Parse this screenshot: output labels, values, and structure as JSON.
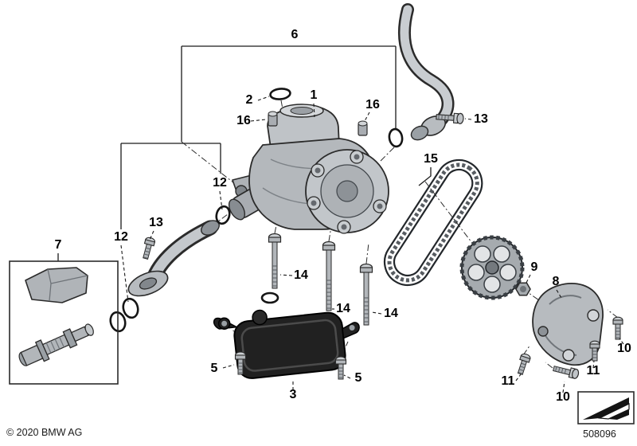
{
  "diagram": {
    "bg_color": "#ffffff",
    "line_color": "#1a1a1a",
    "metal_color": "#b8bcc0",
    "strainer_color": "#1e1e1e"
  },
  "callouts": [
    {
      "label": "6"
    },
    {
      "label": "2"
    },
    {
      "label": "1"
    },
    {
      "label": "16"
    },
    {
      "label": "16"
    },
    {
      "label": "13"
    },
    {
      "label": "15"
    },
    {
      "label": "12"
    },
    {
      "label": "13"
    },
    {
      "label": "12"
    },
    {
      "label": "7"
    },
    {
      "label": "14"
    },
    {
      "label": "14"
    },
    {
      "label": "14"
    },
    {
      "label": "9"
    },
    {
      "label": "8"
    },
    {
      "label": "10"
    },
    {
      "label": "11"
    },
    {
      "label": "5"
    },
    {
      "label": "5"
    },
    {
      "label": "3"
    },
    {
      "label": "11"
    },
    {
      "label": "10"
    }
  ],
  "footer": {
    "copyright": "© 2020 BMW AG"
  },
  "stamp": {
    "number": "508096",
    "icon": "technical-drawing-arrow-icon"
  }
}
